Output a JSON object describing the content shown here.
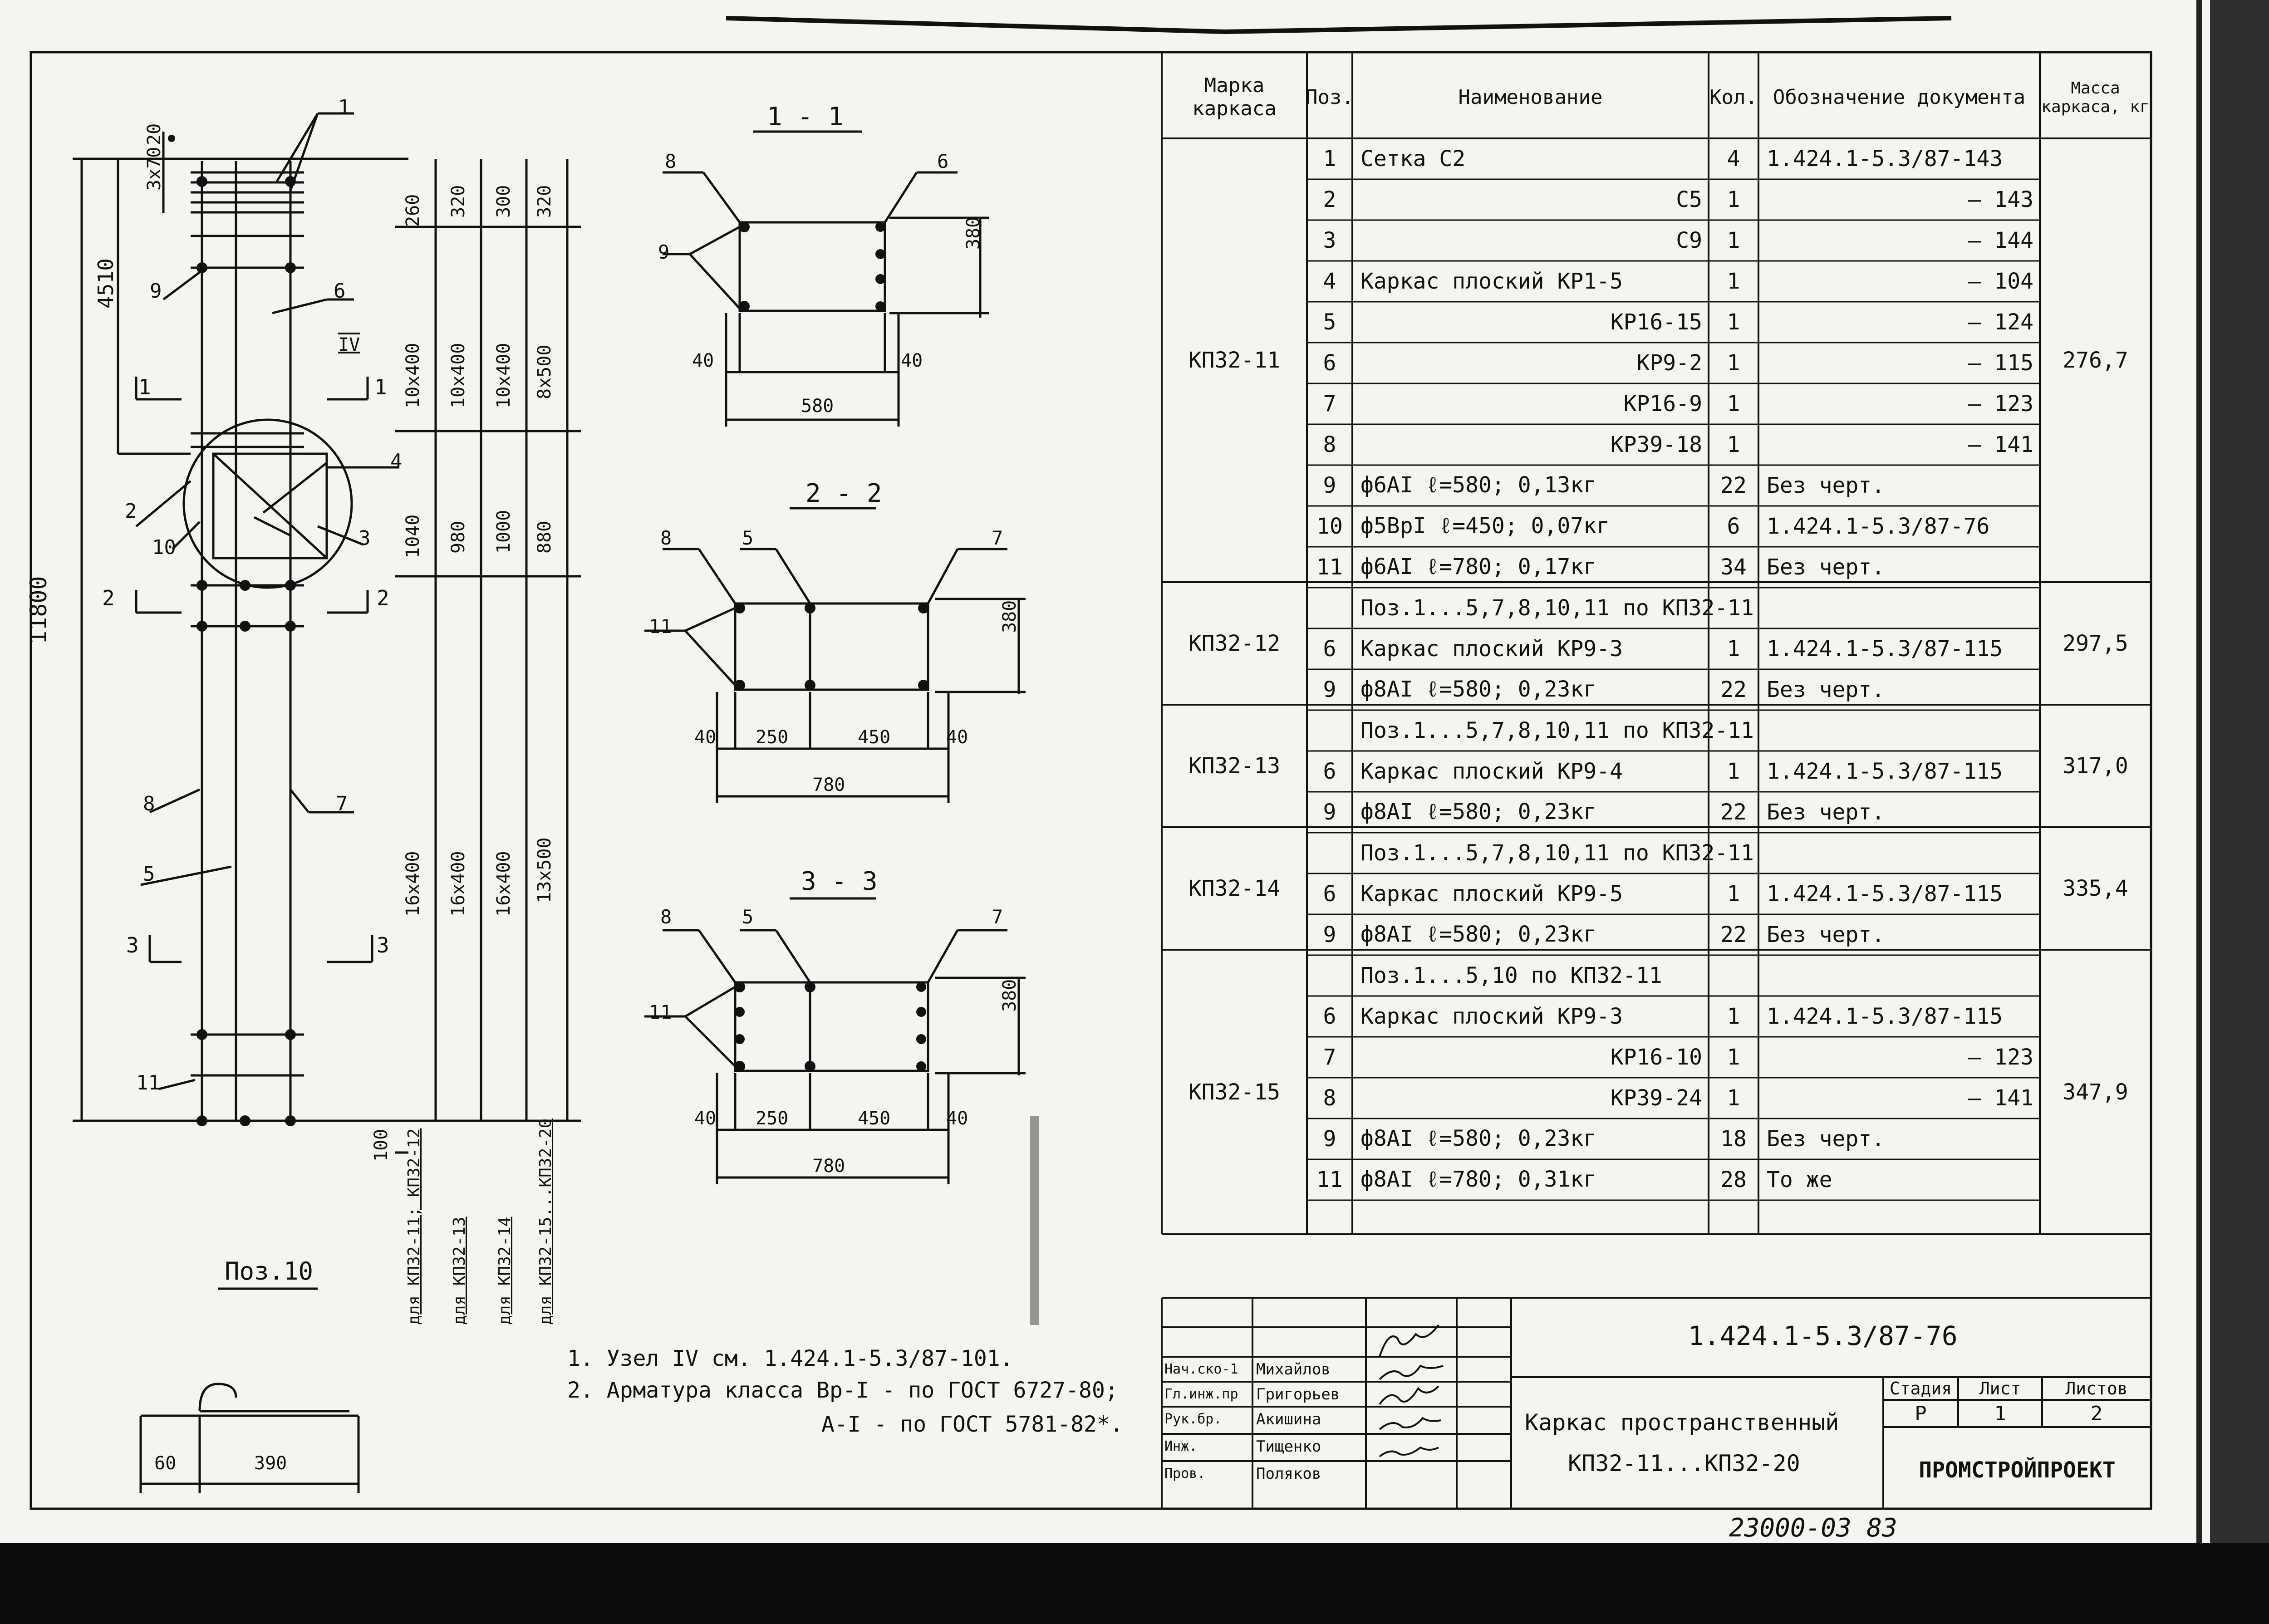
{
  "spec": {
    "headers": [
      "Марка каркаса",
      "Поз.",
      "Наименование",
      "Кол.",
      "Обозначение документа",
      "Масса каркаса, кг"
    ],
    "rows": [
      {
        "pos": "1",
        "name": "Сетка        С2",
        "qty": "4",
        "doc": "1.424.1-5.3/87-143"
      },
      {
        "pos": "2",
        "name": "С5",
        "qty": "1",
        "doc": "— 143"
      },
      {
        "pos": "3",
        "name": "С9",
        "qty": "1",
        "doc": "— 144"
      },
      {
        "pos": "4",
        "name": "Каркас плоский КР1-5",
        "qty": "1",
        "doc": "— 104"
      },
      {
        "pos": "5",
        "name": "КР16-15",
        "qty": "1",
        "doc": "— 124"
      },
      {
        "pos": "6",
        "name": "КР9-2",
        "qty": "1",
        "doc": "— 115"
      },
      {
        "pos": "7",
        "name": "КР16-9",
        "qty": "1",
        "doc": "— 123"
      },
      {
        "pos": "8",
        "name": "КР39-18",
        "qty": "1",
        "doc": "— 141"
      },
      {
        "pos": "9",
        "name": "ф6АI  ℓ=580; 0,13кг",
        "qty": "22",
        "doc": "Без черт."
      },
      {
        "pos": "10",
        "name": "ф5ВрI  ℓ=450; 0,07кг",
        "qty": "6",
        "doc": "1.424.1-5.3/87-76"
      },
      {
        "pos": "11",
        "name": "ф6АI  ℓ=780; 0,17кг",
        "qty": "34",
        "doc": "Без черт."
      },
      {
        "pos": "",
        "name": "Поз.1...5,7,8,10,11 по КП32-11",
        "qty": "",
        "doc": ""
      },
      {
        "pos": "6",
        "name": "Каркас плоский КР9-3",
        "qty": "1",
        "doc": "1.424.1-5.3/87-115"
      },
      {
        "pos": "9",
        "name": "ф8АI  ℓ=580; 0,23кг",
        "qty": "22",
        "doc": "Без черт."
      },
      {
        "pos": "",
        "name": "Поз.1...5,7,8,10,11 по КП32-11",
        "qty": "",
        "doc": ""
      },
      {
        "pos": "6",
        "name": "Каркас плоский КР9-4",
        "qty": "1",
        "doc": "1.424.1-5.3/87-115"
      },
      {
        "pos": "9",
        "name": "ф8АI  ℓ=580; 0,23кг",
        "qty": "22",
        "doc": "Без черт."
      },
      {
        "pos": "",
        "name": "Поз.1...5,7,8,10,11 по КП32-11",
        "qty": "",
        "doc": ""
      },
      {
        "pos": "6",
        "name": "Каркас плоский КР9-5",
        "qty": "1",
        "doc": "1.424.1-5.3/87-115"
      },
      {
        "pos": "9",
        "name": "ф8АI  ℓ=580; 0,23кг",
        "qty": "22",
        "doc": "Без черт."
      },
      {
        "pos": "",
        "name": "Поз.1...5,10 по КП32-11",
        "qty": "",
        "doc": ""
      },
      {
        "pos": "6",
        "name": "Каркас плоский КР9-3",
        "qty": "1",
        "doc": "1.424.1-5.3/87-115"
      },
      {
        "pos": "7",
        "name": "КР16-10",
        "qty": "1",
        "doc": "— 123"
      },
      {
        "pos": "8",
        "name": "КР39-24",
        "qty": "1",
        "doc": "— 141"
      },
      {
        "pos": "9",
        "name": "ф8АI  ℓ=580; 0,23кг",
        "qty": "18",
        "doc": "Без черт."
      },
      {
        "pos": "11",
        "name": "ф8АI  ℓ=780; 0,31кг",
        "qty": "28",
        "doc": "То же"
      }
    ],
    "groups": [
      {
        "mark": "КП32-11",
        "mass": "276,7"
      },
      {
        "mark": "КП32-12",
        "mass": "297,5"
      },
      {
        "mark": "КП32-13",
        "mass": "317,0"
      },
      {
        "mark": "КП32-14",
        "mass": "335,4"
      },
      {
        "mark": "КП32-15",
        "mass": "347,9"
      }
    ]
  },
  "drawing": {
    "height_dim": "11800",
    "top_dim": "4510",
    "col_dims": {
      "c1": [
        "20",
        "3x70",
        "260",
        "10x400",
        "1040",
        "16x400",
        "100"
      ],
      "c2": [
        "320",
        "10x400",
        "980",
        "16x400"
      ],
      "c3": [
        "300",
        "10x400",
        "1000",
        "16x400"
      ],
      "c4": [
        "320",
        "8x500",
        "880",
        "13x500"
      ]
    },
    "col_labels": [
      "для КП32-11; КП32-12",
      "для КП32-13",
      "для КП32-14",
      "для КП32-15...КП32-20"
    ],
    "node_label": "IV",
    "leaders": [
      "1",
      "9",
      "6",
      "4",
      "2",
      "10",
      "3",
      "8",
      "7",
      "5",
      "11"
    ],
    "cuts": [
      "1",
      "2",
      "3"
    ],
    "pos10_title": "Поз.10",
    "pos10_dims": [
      "60",
      "390"
    ]
  },
  "sections": [
    {
      "title": "1 - 1",
      "dims": [
        "40",
        "580",
        "40",
        "380"
      ],
      "leaders": [
        "8",
        "6",
        "9"
      ]
    },
    {
      "title": "2 - 2",
      "dims": [
        "40",
        "250",
        "450",
        "40",
        "780",
        "380"
      ],
      "leaders": [
        "8",
        "5",
        "7",
        "11"
      ]
    },
    {
      "title": "3 - 3",
      "dims": [
        "40",
        "250",
        "450",
        "40",
        "780",
        "380"
      ],
      "leaders": [
        "8",
        "5",
        "7",
        "11"
      ]
    }
  ],
  "notes": [
    "1. Узел IV см. 1.424.1-5.3/87-101.",
    "2. Арматура класса Вр-I - по ГОСТ 6727-80;",
    "А-I - по ГОСТ 5781-82*."
  ],
  "title_block": {
    "doc_code": "1.424.1-5.3/87-76",
    "roles": [
      "Нач.ско-1",
      "Гл.инж.пр",
      "Рук.бр.",
      "Инж.",
      "Пров."
    ],
    "names": [
      "Михайлов",
      "Григорьев",
      "Акишина",
      "Тищенко",
      "Поляков"
    ],
    "title_line1": "Каркас пространственный",
    "title_line2": "КП32-11...КП32-20",
    "stage_header": "Стадия",
    "sheet_header": "Лист",
    "sheets_header": "Листов",
    "stage": "Р",
    "sheet": "1",
    "sheets": "2",
    "org": "ПРОМСТРОЙПРОЕКТ"
  },
  "footer": "23000-03  83"
}
